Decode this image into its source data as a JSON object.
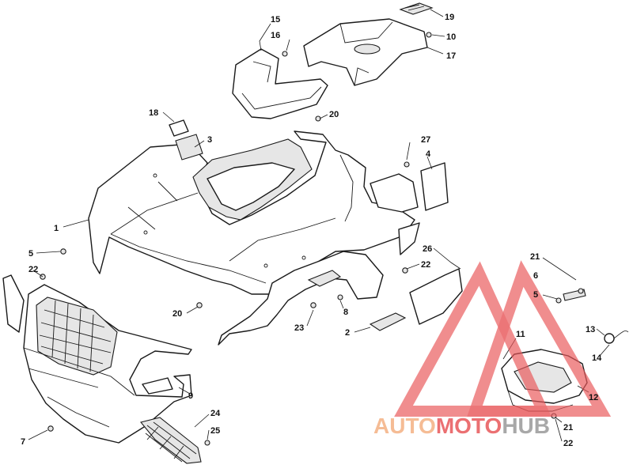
{
  "callouts": {
    "c1": "1",
    "c2": "2",
    "c3": "3",
    "c4": "4",
    "c5a": "5",
    "c5b": "5",
    "c6": "6",
    "c7": "7",
    "c8": "8",
    "c9": "9",
    "c10": "10",
    "c11": "11",
    "c12": "12",
    "c13": "13",
    "c14": "14",
    "c15": "15",
    "c16": "16",
    "c17": "17",
    "c18": "18",
    "c19": "19",
    "c20a": "20",
    "c20b": "20",
    "c21a": "21",
    "c21b": "21",
    "c22a": "22",
    "c22b": "22",
    "c22c": "22",
    "c23": "23",
    "c24": "24",
    "c25": "25",
    "c26": "26",
    "c27": "27"
  },
  "watermark": {
    "part1": "AUTO",
    "part2": "MOTO",
    "part3": "HUB",
    "color_orange": "#f4b183",
    "color_red": "#e8585a",
    "color_gray": "#9a9a9a"
  }
}
